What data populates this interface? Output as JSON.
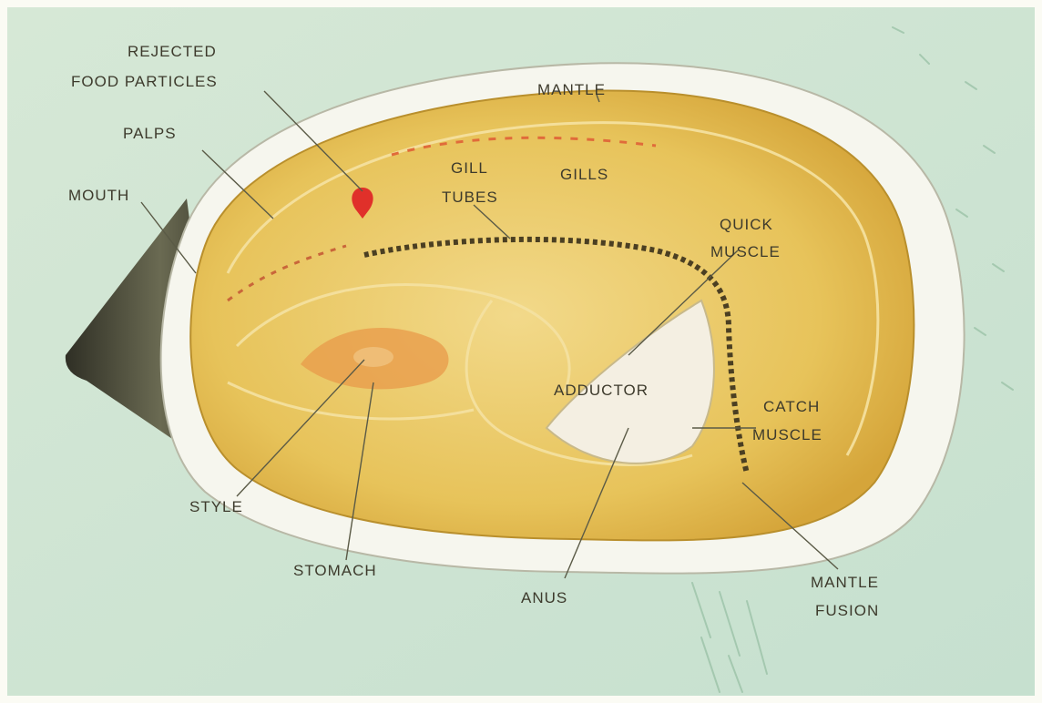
{
  "colors": {
    "water": "#cfe4d3",
    "shell_rim": "#f6f6ee",
    "body": "#e9c75e",
    "body_dark": "#d8ad3e",
    "hinge": "#4a4a3a",
    "label": "#3d3a2c",
    "food_particle": "#e0302a",
    "gill_tube": "#4b3f22",
    "adductor": "#f4efe2"
  },
  "labels": {
    "rejected_food_particles": [
      "REJECTED",
      "FOOD PARTICLES"
    ],
    "mantle": "MANTLE",
    "palps": "PALPS",
    "mouth": "MOUTH",
    "gill_tubes": [
      "GILL",
      "TUBES"
    ],
    "gills": "GILLS",
    "quick_muscle": [
      "QUICK",
      "MUSCLE"
    ],
    "adductor": "ADDUCTOR",
    "catch_muscle": [
      "CATCH",
      "MUSCLE"
    ],
    "style": "STYLE",
    "stomach": "STOMACH",
    "anus": "ANUS",
    "mantle_fusion": [
      "MANTLE",
      "FUSION"
    ]
  }
}
